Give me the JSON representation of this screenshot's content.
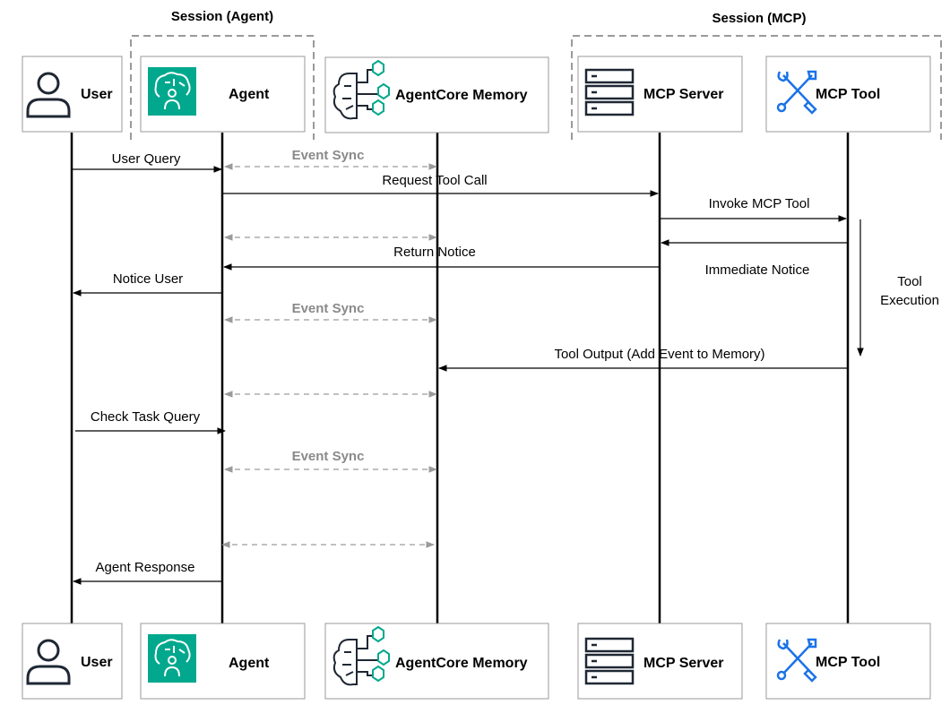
{
  "groups": {
    "agent_title": "Session (Agent)",
    "mcp_title": "Session (MCP)"
  },
  "participants": {
    "user": "User",
    "agent": "Agent",
    "memory": "AgentCore Memory",
    "server": "MCP Server",
    "tool": "MCP Tool"
  },
  "messages": {
    "user_query": "User  Query",
    "event_sync_1": "Event Sync",
    "request_tool_call": "Request Tool Call",
    "invoke_mcp_tool": "Invoke MCP Tool",
    "return_notice": "Return Notice",
    "immediate_notice": "Immediate Notice",
    "notice_user": "Notice User",
    "event_sync_2": "Event Sync",
    "tool_output": "Tool Output (Add Event to Memory)",
    "check_task_query": "Check Task Query",
    "event_sync_3": "Event Sync",
    "agent_response": "Agent Response"
  },
  "notes": {
    "tool_execution_line1": "Tool",
    "tool_execution_line2": "Execution"
  },
  "colors": {
    "agent_icon_bg": "#01A88D",
    "memory_icon_accent": "#01A88D",
    "tool_icon": "#1A73E8",
    "sync_line": "#9a9a9a",
    "group_border": "#9a9a9a"
  },
  "icons": {
    "user": "user-icon",
    "agent": "agent-brain-icon",
    "memory": "memory-brain-icon",
    "server": "server-icon",
    "tool": "tools-icon"
  }
}
